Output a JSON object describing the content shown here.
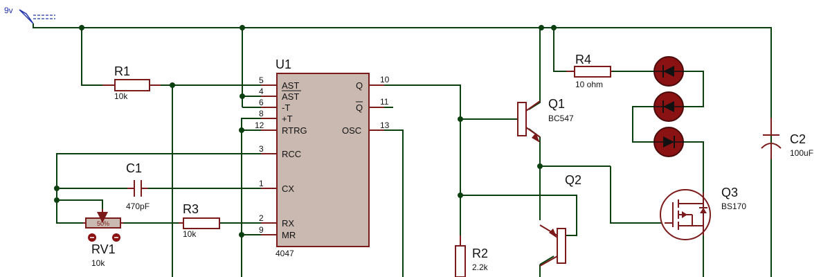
{
  "colors": {
    "wire": "#0a4010",
    "component_outline": "#7a1a1a",
    "ic_body": "#c9b9b0",
    "led_fill": "#8b1212",
    "supply_text": "#2233aa"
  },
  "supply": {
    "label": "9v",
    "icon": "power-terminal-icon"
  },
  "ic": {
    "ref": "U1",
    "part": "4047",
    "left_pins": [
      {
        "num": "5",
        "label": "AST"
      },
      {
        "num": "4",
        "label": "AST"
      },
      {
        "num": "6",
        "label": "-T"
      },
      {
        "num": "8",
        "label": "+T"
      },
      {
        "num": "12",
        "label": "RTRG"
      },
      {
        "num": "3",
        "label": "RCC"
      },
      {
        "num": "1",
        "label": "CX"
      },
      {
        "num": "2",
        "label": "RX"
      },
      {
        "num": "9",
        "label": "MR"
      }
    ],
    "right_pins": [
      {
        "num": "10",
        "label": "Q"
      },
      {
        "num": "11",
        "label": "Q"
      },
      {
        "num": "13",
        "label": "OSC"
      }
    ]
  },
  "components": {
    "R1": {
      "ref": "R1",
      "value": "10k"
    },
    "R3": {
      "ref": "R3",
      "value": "10k"
    },
    "R4": {
      "ref": "R4",
      "value": "10 ohm"
    },
    "R2": {
      "ref": "R2",
      "value": "2.2k"
    },
    "C1": {
      "ref": "C1",
      "value": "470pF"
    },
    "C2": {
      "ref": "C2",
      "value": "100uF"
    },
    "RV1": {
      "ref": "RV1",
      "value": "10k",
      "setting": "50%"
    },
    "Q1": {
      "ref": "Q1",
      "value": "BC547"
    },
    "Q2": {
      "ref": "Q2",
      "value": ""
    },
    "Q3": {
      "ref": "Q3",
      "value": "BS170"
    }
  },
  "leds": {
    "count": 3,
    "icon": "led-icon"
  }
}
